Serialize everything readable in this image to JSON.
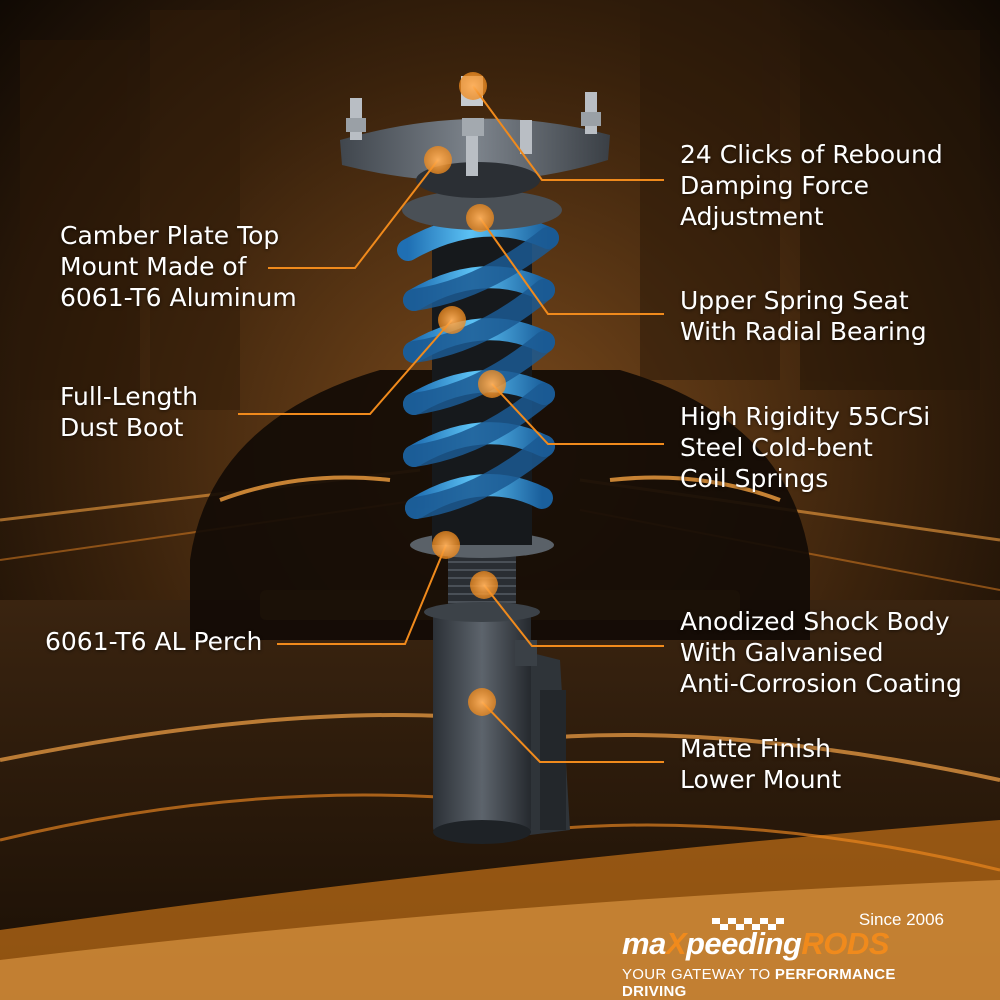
{
  "callouts": [
    {
      "id": "rebound",
      "lines": [
        "24 Clicks of Rebound",
        "Damping Force",
        "Adjustment"
      ]
    },
    {
      "id": "camber",
      "lines": [
        "Camber Plate Top",
        "Mount Made of",
        "6061-T6 Aluminum"
      ]
    },
    {
      "id": "spring-seat",
      "lines": [
        "Upper Spring Seat",
        "With Radial Bearing"
      ]
    },
    {
      "id": "dust-boot",
      "lines": [
        "Full-Length",
        "Dust Boot"
      ]
    },
    {
      "id": "coil-springs",
      "lines": [
        "High Rigidity 55CrSi",
        "Steel Cold-bent",
        "Coil Springs"
      ]
    },
    {
      "id": "perch",
      "lines": [
        "6061-T6 AL Perch"
      ]
    },
    {
      "id": "shock-body",
      "lines": [
        "Anodized Shock Body",
        "With Galvanised",
        "Anti-Corrosion Coating"
      ]
    },
    {
      "id": "lower-mount",
      "lines": [
        "Matte Finish",
        "Lower Mount"
      ]
    }
  ],
  "brand": {
    "since": "Since 2006",
    "name_prefix": "ma",
    "name_x": "X",
    "name_middle": "peeding",
    "name_suffix": "RODS",
    "tagline_plain": "YOUR GATEWAY TO ",
    "tagline_bold": "PERFORMANCE DRIVING"
  },
  "colors": {
    "accent": "#f08a1c",
    "spring": "#3aa6e8",
    "text": "#ffffff",
    "background": "#1a1006"
  }
}
